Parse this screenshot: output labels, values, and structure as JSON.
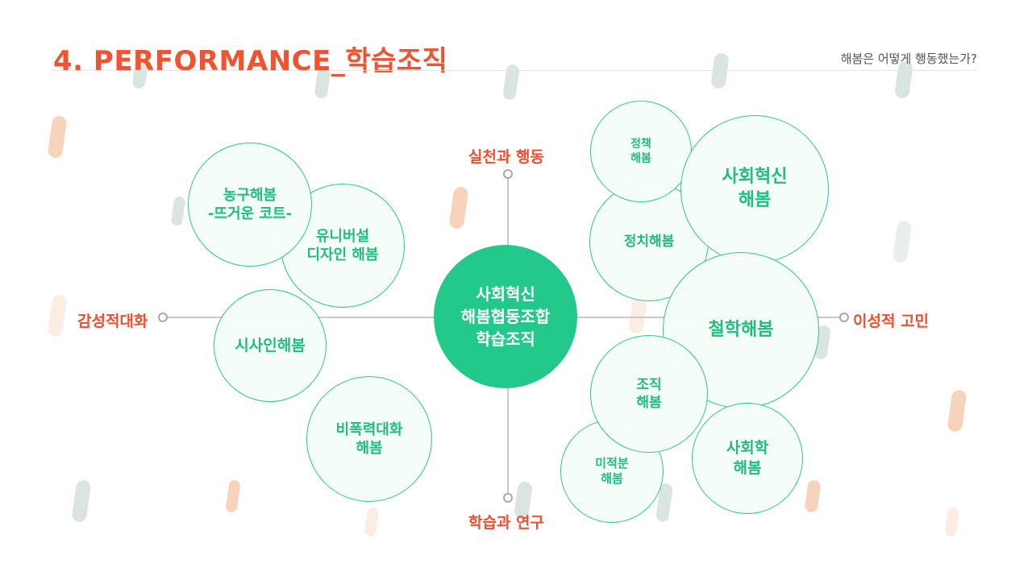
{
  "header": {
    "title": "4. PERFORMANCE_학습조직",
    "subtitle": "해봄은 어떻게 행동했는가?"
  },
  "axes": {
    "top": "실천과 행동",
    "bottom": "학습과 연구",
    "left": "감성적대화",
    "right": "이성적 고민"
  },
  "center": {
    "label": "사회혁신\n해봄협동조합\n학습조직"
  },
  "groups": {
    "nonggu": "농구해봄\n-뜨거운 코트-",
    "universal": "유니버설\n디자인 해봄",
    "sisain": "시사인해봄",
    "nonviolent": "비폭력대화\n해봄",
    "policy": "정책\n해봄",
    "politics": "정치해봄",
    "social_innovation": "사회혁신\n해봄",
    "philosophy": "철학해봄",
    "organization": "조직\n해봄",
    "calculus": "미적분\n해봄",
    "sociology": "사회학\n해봄"
  },
  "colors": {
    "title": "#f0532f",
    "axis_label": "#ef4e2f",
    "center_fill": "#22c98a",
    "circle_border": "#2cc98b",
    "circle_text": "#1fbd80"
  }
}
